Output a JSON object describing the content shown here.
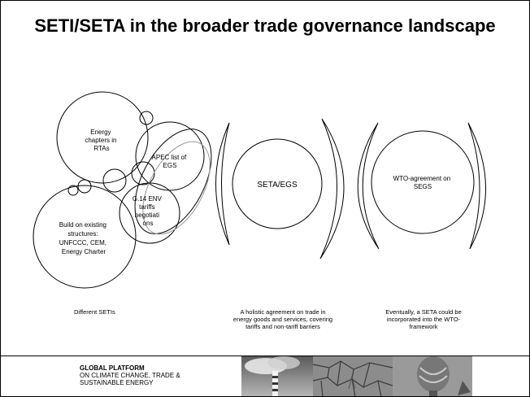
{
  "title": "SETI/SETA in the broader trade governance landscape",
  "circles": {
    "energy_chapters": [
      "Energy",
      "chapters in",
      "RTAs"
    ],
    "apec": [
      "APEC list of",
      "EGS"
    ],
    "g14": [
      "G.14 ENV",
      "tariffs",
      "negotiati",
      "ons"
    ],
    "existing": [
      "Build on existing",
      "structures:",
      "UNFCCC, CEM,",
      "Energy Charter"
    ],
    "seta": "SETA/EGS",
    "wto": [
      "WTO-agreement on",
      "SEGS"
    ]
  },
  "captions": {
    "setis": "Different SETIs",
    "holistic": "A holistic agreement on trade in energy goods and services, covering tariffs and non-tariff barriers",
    "eventually": "Eventually, a SETA could be incorporated into the WTO-framework"
  },
  "footer": {
    "line1": "GLOBAL PLATFORM",
    "line2": "ON CLIMATE CHANGE, TRADE &",
    "line3": "SUSTAINABLE ENERGY"
  }
}
